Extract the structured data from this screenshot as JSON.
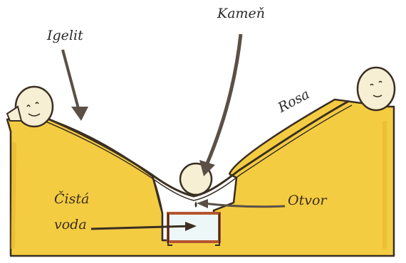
{
  "labels": {
    "igelit": "Igelit",
    "kamen": "Kameň",
    "rosa": "Rosa",
    "otvor": "Otvor",
    "cista_voda_line1": "Čistá",
    "cista_voda_line2": "voda"
  },
  "colors": {
    "sand": "#f4cc42",
    "sand_shadow": "#e6b52c",
    "outline": "#3a2f22",
    "stone": "#f6efd4",
    "container": "#b4552e",
    "water": "#eef7f8",
    "text": "#2a2a2a"
  }
}
